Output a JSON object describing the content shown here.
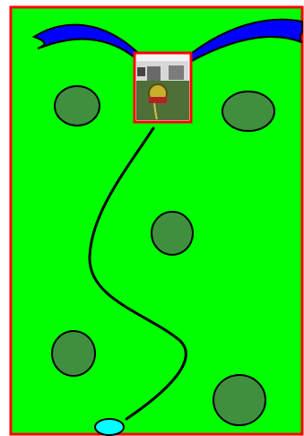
{
  "colors": {
    "frame": "#ff0000",
    "field": "#00ff00",
    "trees": "#3f8f3f",
    "tree_outline": "#000000",
    "wings": "#0000ff",
    "path": "#000000",
    "hydrant": "#00ffff",
    "photo_frame": "#ff0000"
  },
  "icons": {
    "central_photo": "garden-hose-reel-photo",
    "left_wing": "blue-leaf-shape",
    "right_wing": "blue-leaf-shape",
    "bottom_marker": "cyan-oval-hydrant"
  }
}
